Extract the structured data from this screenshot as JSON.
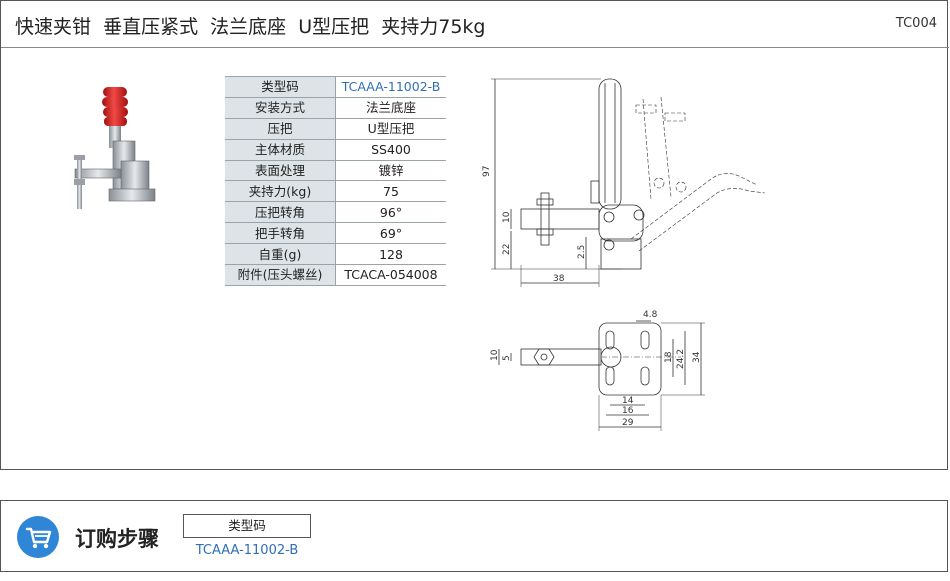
{
  "header": {
    "title": "快速夹钳  垂直压紧式  法兰底座  U型压把  夹持力75kg",
    "code": "TC004"
  },
  "spec_table": [
    {
      "key": "类型码",
      "value": "TCAAA-11002-B"
    },
    {
      "key": "安装方式",
      "value": "法兰底座"
    },
    {
      "key": "压把",
      "value": "U型压把"
    },
    {
      "key": "主体材质",
      "value": "SS400"
    },
    {
      "key": "表面处理",
      "value": "镀锌"
    },
    {
      "key": "夹持力(kg)",
      "value": "75"
    },
    {
      "key": "压把转角",
      "value": "96°"
    },
    {
      "key": "把手转角",
      "value": "69°"
    },
    {
      "key": "自重(g)",
      "value": "128"
    },
    {
      "key": "附件(压头螺丝)",
      "value": "TCACA-054008"
    }
  ],
  "dimensions_side": {
    "d97": "97",
    "d10": "10",
    "d22": "22",
    "d2_5": "2.5",
    "d38": "38"
  },
  "dimensions_top": {
    "d4_8": "4.8",
    "d10": "10",
    "d5": "5",
    "d18": "18",
    "d24_2": "24.2",
    "d34": "34",
    "d14": "14",
    "d16": "16",
    "d29": "29"
  },
  "order": {
    "title": "订购步骤",
    "type_label": "类型码",
    "type_value": "TCAAA-11002-B",
    "icon": "shopping-cart-icon"
  },
  "colors": {
    "accent_blue": "#2f6fb5",
    "cart_blue": "#2f86d6",
    "handle_red": "#d41f1f",
    "table_key_bg": "#dde3e6"
  }
}
